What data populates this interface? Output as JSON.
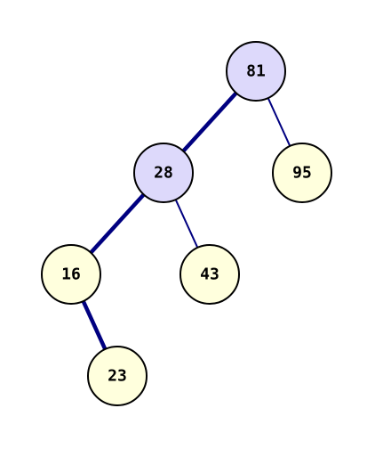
{
  "tree": {
    "nodes": [
      {
        "id": "n81",
        "label": "81",
        "highlighted": true
      },
      {
        "id": "n28",
        "label": "28",
        "highlighted": true
      },
      {
        "id": "n95",
        "label": "95",
        "highlighted": false
      },
      {
        "id": "n16",
        "label": "16",
        "highlighted": false
      },
      {
        "id": "n43",
        "label": "43",
        "highlighted": false
      },
      {
        "id": "n23",
        "label": "23",
        "highlighted": false
      }
    ],
    "edges": [
      {
        "from": "n81",
        "to": "n28",
        "emphasized": true
      },
      {
        "from": "n81",
        "to": "n95",
        "emphasized": false
      },
      {
        "from": "n28",
        "to": "n16",
        "emphasized": true
      },
      {
        "from": "n28",
        "to": "n43",
        "emphasized": false
      },
      {
        "from": "n16",
        "to": "n23",
        "emphasized": true
      }
    ]
  },
  "colors": {
    "highlighted_fill": "#ddd9fb",
    "normal_fill": "#ffffdd",
    "node_stroke": "#000000",
    "edge": "#000080"
  }
}
